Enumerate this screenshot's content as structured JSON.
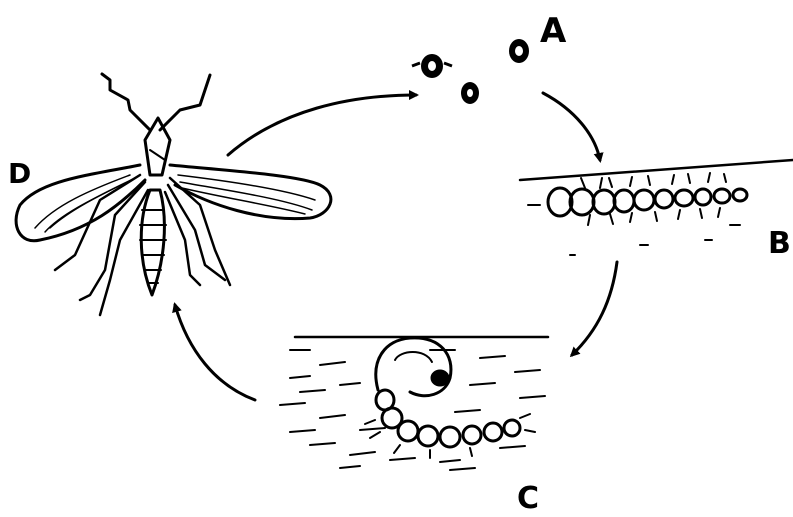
{
  "labels": {
    "eggs": "A",
    "larva": "B",
    "pupa": "C",
    "adult": "D"
  },
  "colors": {
    "ink": "#000000",
    "paper": "#ffffff"
  }
}
